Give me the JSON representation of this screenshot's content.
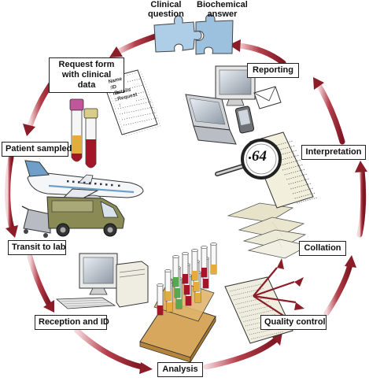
{
  "puzzle": {
    "left_label": "Clinical\nquestion",
    "right_label": "Biochemical\nanswer"
  },
  "steps": {
    "request_form": "Request form\nwith clinical data",
    "patient_sampled": "Patient sampled",
    "transit": "Transit to lab",
    "reception": "Reception and ID",
    "analysis": "Analysis",
    "quality_control": "Quality control",
    "collation": "Collation",
    "interpretation": "Interpretation",
    "reporting": "Reporting"
  },
  "form_fields": {
    "name": "Name :",
    "id": "ID no :",
    "details": "Details :",
    "request": "Request :"
  },
  "magnifier_value": "64",
  "colors": {
    "arrow": "#8b1d28",
    "arrow_light": "#e9c3c6",
    "puzzle": "#aecde6",
    "blood": "#a3162a",
    "tube_yellow": "#e2ad3d",
    "van": "#8a8a55",
    "paper": "#efeede"
  }
}
